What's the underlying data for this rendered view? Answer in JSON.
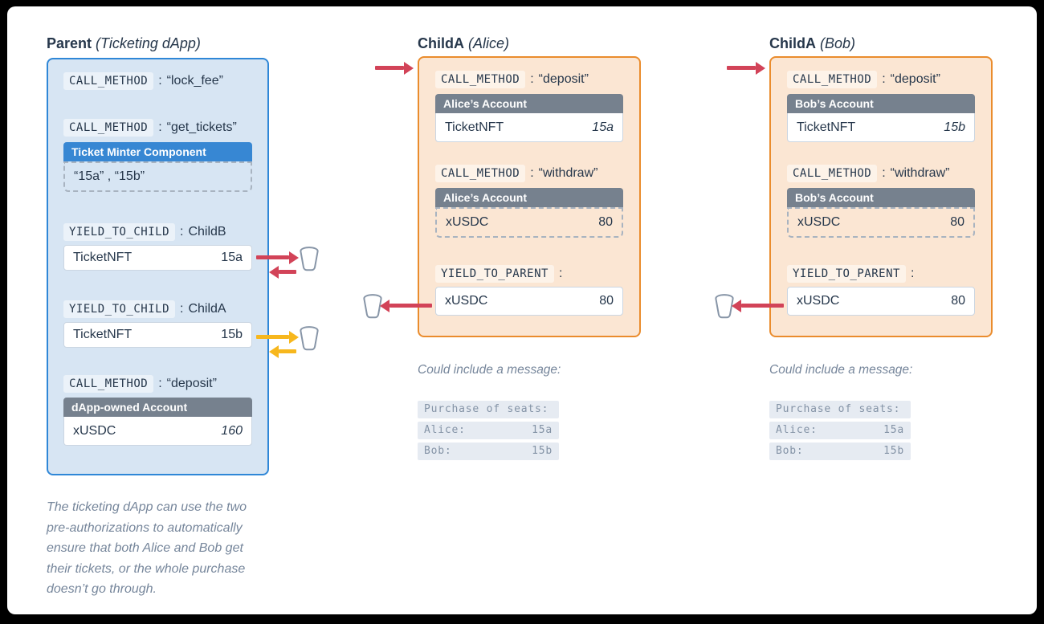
{
  "sep": ":",
  "parent": {
    "title": "Parent",
    "subtitle": "(Ticketing dApp)",
    "lock_fee": {
      "keyword": "CALL_METHOD",
      "value": "“lock_fee”"
    },
    "get_tickets": {
      "keyword": "CALL_METHOD",
      "value": "“get_tickets”"
    },
    "minter": {
      "header": "Ticket Minter Component",
      "ids": "“15a” , “15b”"
    },
    "yield_b": {
      "keyword": "YIELD_TO_CHILD",
      "value": "ChildB"
    },
    "ticket_a": {
      "name": "TicketNFT",
      "qty": "15a"
    },
    "yield_a": {
      "keyword": "YIELD_TO_CHILD",
      "value": "ChildA"
    },
    "ticket_b": {
      "name": "TicketNFT",
      "qty": "15b"
    },
    "deposit": {
      "keyword": "CALL_METHOD",
      "value": "“deposit”"
    },
    "account": {
      "header": "dApp-owned Account",
      "name": "xUSDC",
      "qty": "160"
    },
    "caption": {
      "lines": [
        "The ticketing dApp can use the two",
        "pre-authorizations to automatically",
        "ensure that both Alice and Bob get",
        "their tickets, or the whole purchase",
        "doesn’t go through."
      ]
    }
  },
  "alice": {
    "title": "ChildA",
    "subtitle": "(Alice)",
    "deposit": {
      "keyword": "CALL_METHOD",
      "value": "“deposit”"
    },
    "deposit_account": {
      "header": "Alice’s Account",
      "name": "TicketNFT",
      "qty": "15a"
    },
    "withdraw": {
      "keyword": "CALL_METHOD",
      "value": "“withdraw”"
    },
    "withdraw_account": {
      "header": "Alice’s Account",
      "name": "xUSDC",
      "qty": "80"
    },
    "yield_parent": {
      "keyword": "YIELD_TO_PARENT",
      "value": ""
    },
    "yield_box": {
      "name": "xUSDC",
      "qty": "80"
    }
  },
  "bob": {
    "title": "ChildA",
    "subtitle": "(Bob)",
    "deposit": {
      "keyword": "CALL_METHOD",
      "value": "“deposit”"
    },
    "deposit_account": {
      "header": "Bob’s Account",
      "name": "TicketNFT",
      "qty": "15b"
    },
    "withdraw": {
      "keyword": "CALL_METHOD",
      "value": "“withdraw”"
    },
    "withdraw_account": {
      "header": "Bob’s Account",
      "name": "xUSDC",
      "qty": "80"
    },
    "yield_parent": {
      "keyword": "YIELD_TO_PARENT",
      "value": ""
    },
    "yield_box": {
      "name": "xUSDC",
      "qty": "80"
    }
  },
  "message": {
    "intro": "Could include a message:",
    "rows": [
      {
        "label": "Purchase of seats:",
        "value": ""
      },
      {
        "label": "Alice:",
        "value": "15a"
      },
      {
        "label": "Bob:",
        "value": "15b"
      }
    ]
  },
  "icons": {
    "bucket": "🗑"
  },
  "colors": {
    "parent_border": "#2f87d7",
    "parent_bg": "#d7e5f3",
    "child_border": "#ea8c2d",
    "child_bg": "#fbe6d3",
    "component_blue": "#3787d3",
    "account_gray": "#76818e",
    "arrow_red": "#d24358",
    "arrow_yellow": "#f7b71d",
    "text_dark": "#26374b",
    "text_muted": "#76869b"
  }
}
